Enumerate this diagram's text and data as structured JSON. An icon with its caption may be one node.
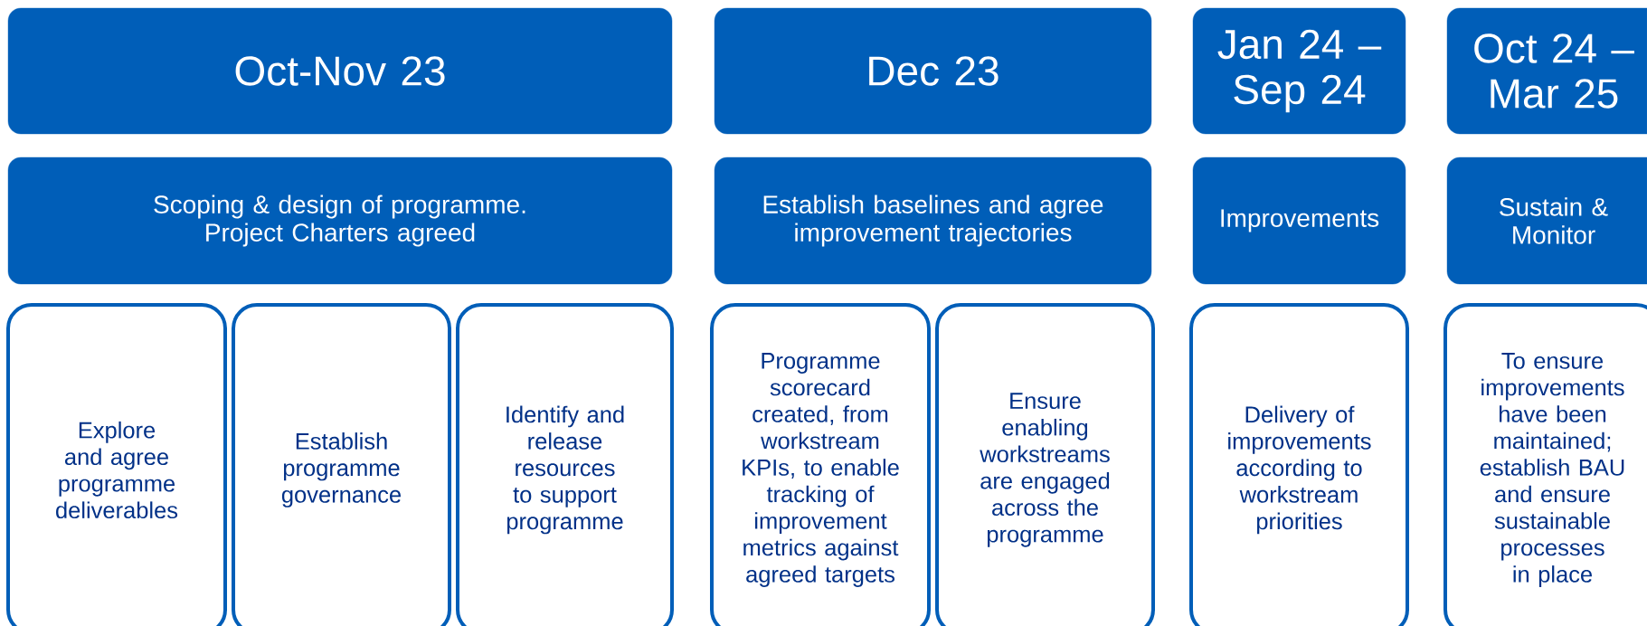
{
  "diagram": {
    "nodes": [
      {
        "text": [
          "Oct-Nov 23"
        ]
      },
      {
        "text": [
          "Dec 23"
        ]
      },
      {
        "text": [
          "Jan 24 – Sep 24"
        ]
      },
      {
        "text": [
          "Oct 24 – Mar 25"
        ]
      },
      {
        "text": [
          "Scoping & design of programme.  Project Charters agreed"
        ]
      },
      {
        "text": [
          "Establish baselines and agree improvement trajectories"
        ]
      },
      {
        "text": [
          "Improvements"
        ]
      },
      {
        "text": [
          "Sustain & Monitor"
        ]
      },
      {
        "text": [
          "Explore and agree programme deliverables"
        ]
      },
      {
        "text": [
          "Establish programme governance"
        ]
      },
      {
        "text": [
          "Identify and release resources to support programme"
        ]
      },
      {
        "text": [
          "Programme scorecard created, from workstream KPIs, to enable tracking of improvement metrics against agreed targets"
        ]
      },
      {
        "text": [
          "Ensure enabling workstreams are engaged across the programme"
        ]
      },
      {
        "text": [
          "Delivery of improvements according to workstream priorities"
        ]
      },
      {
        "text": [
          "To ensure improvements have been maintained; establish BAU and ensure sustainable processes in place"
        ]
      }
    ]
  }
}
